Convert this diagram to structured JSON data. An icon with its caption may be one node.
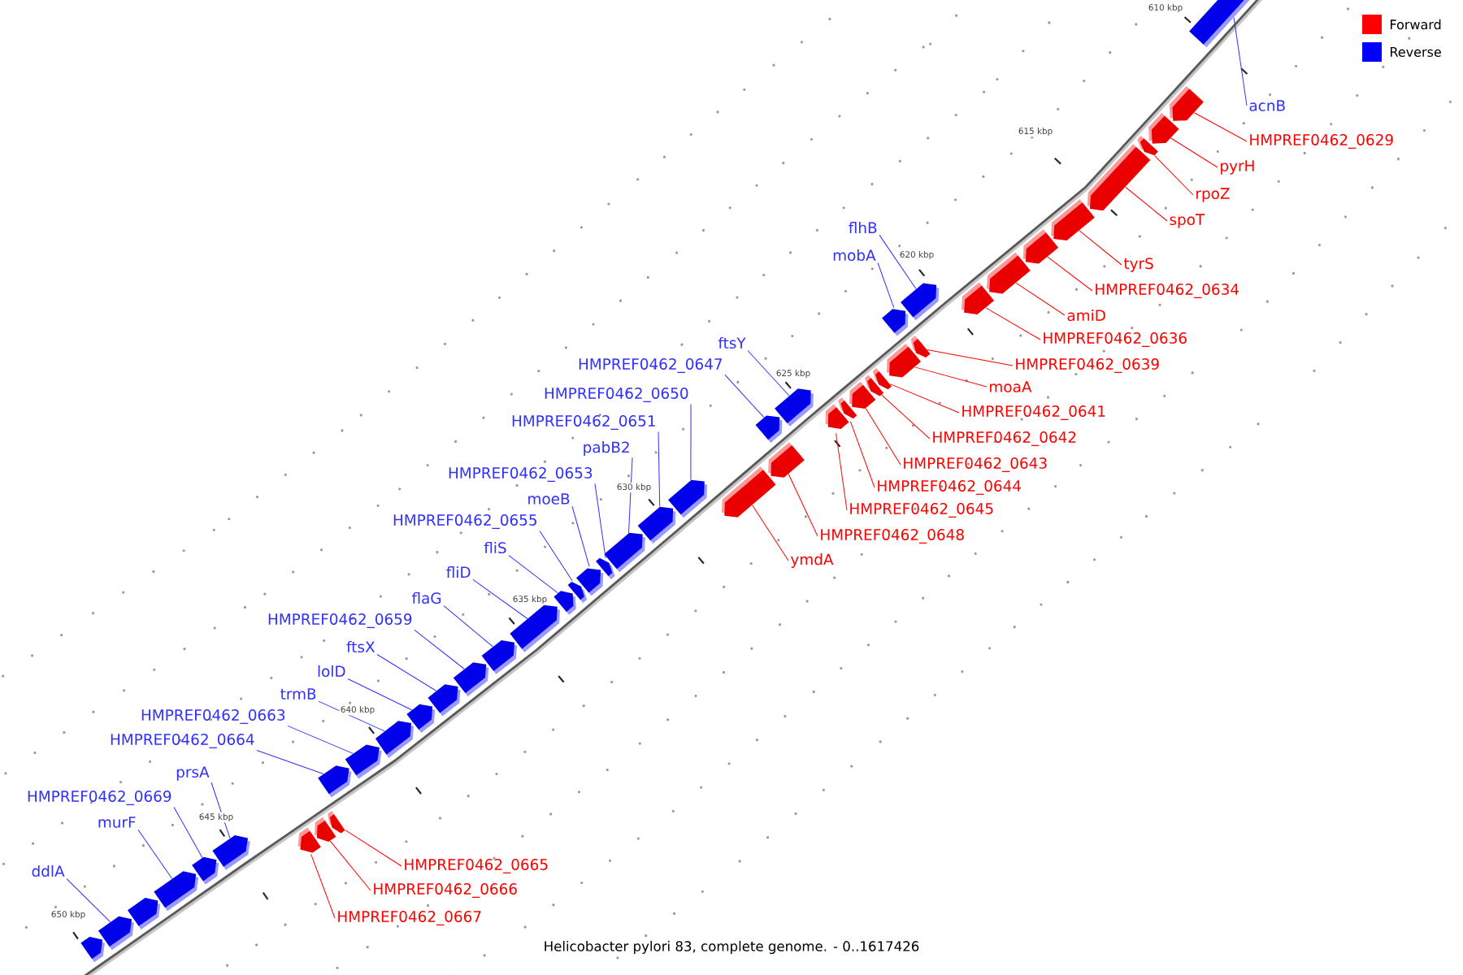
{
  "diagram": {
    "caption": "Helicobacter pylori 83, complete genome. - 0..1617426",
    "nodes": [
      {
        "text": [
          "acnB"
        ]
      },
      {
        "text": [],
        "shape": "box"
      },
      {
        "text": [
          "HMPREF0462_0629"
        ]
      },
      {
        "text": [],
        "shape": "box"
      },
      {
        "text": [
          "pyrH"
        ]
      },
      {
        "text": [],
        "shape": "box"
      },
      {
        "text": [
          "rpoZ"
        ]
      },
      {
        "text": [],
        "shape": "box"
      },
      {
        "text": [
          "spoT"
        ]
      },
      {
        "text": [],
        "shape": "box"
      },
      {
        "text": [
          "tyrS"
        ]
      },
      {
        "text": [],
        "shape": "box"
      },
      {
        "text": [
          "HMPREF0462_0634"
        ]
      },
      {
        "text": [],
        "shape": "box"
      },
      {
        "text": [
          "amiD"
        ]
      },
      {
        "text": [],
        "shape": "box"
      },
      {
        "text": [
          "HMPREF0462_0636"
        ]
      },
      {
        "text": [],
        "shape": "box"
      },
      {
        "text": [
          "flhB"
        ]
      },
      {
        "text": [],
        "shape": "box"
      },
      {
        "text": [
          "mobA"
        ]
      },
      {
        "text": [],
        "shape": "box"
      },
      {
        "text": [
          "HMPREF0462_0639"
        ]
      },
      {
        "text": [],
        "shape": "box"
      },
      {
        "text": [
          "moaA"
        ]
      },
      {
        "text": [],
        "shape": "box"
      },
      {
        "text": [
          "HMPREF0462_0641"
        ]
      },
      {
        "text": [],
        "shape": "box"
      },
      {
        "text": [
          "HMPREF0462_0642"
        ]
      },
      {
        "text": [],
        "shape": "box"
      },
      {
        "text": [
          "HMPREF0462_0643"
        ]
      },
      {
        "text": [],
        "shape": "box"
      },
      {
        "text": [
          "HMPREF0462_0644"
        ]
      },
      {
        "text": [],
        "shape": "box"
      },
      {
        "text": [
          "HMPREF0462_0645"
        ]
      },
      {
        "text": [],
        "shape": "box"
      },
      {
        "text": [
          "ftsY"
        ]
      },
      {
        "text": [],
        "shape": "box"
      },
      {
        "text": [
          "HMPREF0462_0647"
        ]
      },
      {
        "text": [],
        "shape": "box"
      },
      {
        "text": [
          "HMPREF0462_0648"
        ]
      },
      {
        "text": [],
        "shape": "box"
      },
      {
        "text": [
          "ymdA"
        ]
      },
      {
        "text": [],
        "shape": "box"
      },
      {
        "text": [
          "HMPREF0462_0650"
        ]
      },
      {
        "text": [],
        "shape": "box"
      },
      {
        "text": [
          "HMPREF0462_0651"
        ]
      },
      {
        "text": [],
        "shape": "box"
      },
      {
        "text": [
          "pabB2"
        ]
      },
      {
        "text": [],
        "shape": "box"
      },
      {
        "text": [
          "HMPREF0462_0653"
        ]
      },
      {
        "text": [],
        "shape": "box"
      },
      {
        "text": [
          "moeB"
        ]
      },
      {
        "text": [],
        "shape": "box"
      },
      {
        "text": [
          "HMPREF0462_0655"
        ]
      },
      {
        "text": [],
        "shape": "box"
      },
      {
        "text": [
          "fliS"
        ]
      },
      {
        "text": [],
        "shape": "box"
      },
      {
        "text": [
          "fliD"
        ]
      },
      {
        "text": [],
        "shape": "box"
      },
      {
        "text": [
          "flaG"
        ]
      },
      {
        "text": [],
        "shape": "box"
      },
      {
        "text": [
          "HMPREF0462_0659"
        ]
      },
      {
        "text": [],
        "shape": "box"
      },
      {
        "text": [
          "ftsX"
        ]
      },
      {
        "text": [],
        "shape": "box"
      },
      {
        "text": [
          "lolD"
        ]
      },
      {
        "text": [],
        "shape": "box"
      },
      {
        "text": [
          "trmB"
        ]
      },
      {
        "text": [],
        "shape": "box"
      },
      {
        "text": [
          "HMPREF0462_0663"
        ]
      },
      {
        "text": [],
        "shape": "box"
      },
      {
        "text": [
          "HMPREF0462_0664"
        ]
      },
      {
        "text": [],
        "shape": "box"
      },
      {
        "text": [
          "HMPREF0462_0665"
        ]
      },
      {
        "text": [],
        "shape": "box"
      },
      {
        "text": [
          "HMPREF0462_0666"
        ]
      },
      {
        "text": [],
        "shape": "box"
      },
      {
        "text": [
          "HMPREF0462_0667"
        ]
      },
      {
        "text": [],
        "shape": "box"
      },
      {
        "text": [
          "prsA"
        ]
      },
      {
        "text": [],
        "shape": "box"
      },
      {
        "text": [
          "HMPREF0462_0669"
        ]
      },
      {
        "text": [],
        "shape": "box"
      },
      {
        "text": [
          "murF"
        ]
      },
      {
        "text": [],
        "shape": "box"
      },
      {
        "text": [],
        "shape": "box"
      },
      {
        "text": [
          "ddlA"
        ]
      },
      {
        "text": [],
        "shape": "box"
      },
      {
        "text": [],
        "shape": "box"
      }
    ],
    "edges": [
      {
        "from": 0,
        "to": 1,
        "arrow": "none"
      },
      {
        "from": 2,
        "to": 3,
        "arrow": "none",
        "color": "#ff0000"
      },
      {
        "from": 4,
        "to": 5,
        "arrow": "none",
        "color": "#ff0000"
      },
      {
        "from": 6,
        "to": 7,
        "arrow": "none",
        "color": "#ff0000"
      },
      {
        "from": 8,
        "to": 9,
        "arrow": "none",
        "color": "#ff0000"
      },
      {
        "from": 10,
        "to": 11,
        "arrow": "none",
        "color": "#ff0000"
      },
      {
        "from": 12,
        "to": 13,
        "arrow": "none",
        "color": "#ff0000"
      },
      {
        "from": 14,
        "to": 15,
        "arrow": "none",
        "color": "#ff0000"
      },
      {
        "from": 16,
        "to": 17,
        "arrow": "none",
        "color": "#ff0000"
      },
      {
        "from": 18,
        "to": 19,
        "arrow": "none"
      },
      {
        "from": 20,
        "to": 21,
        "arrow": "none"
      },
      {
        "from": 22,
        "to": 23,
        "arrow": "none",
        "color": "#ff0000"
      },
      {
        "from": 24,
        "to": 25,
        "arrow": "none",
        "color": "#ff0000"
      },
      {
        "from": 26,
        "to": 27,
        "arrow": "none",
        "color": "#ff0000"
      },
      {
        "from": 28,
        "to": 29,
        "arrow": "none",
        "color": "#ff0000"
      },
      {
        "from": 30,
        "to": 31,
        "arrow": "none",
        "color": "#ff0000"
      },
      {
        "from": 32,
        "to": 33,
        "arrow": "none",
        "color": "#ff0000"
      },
      {
        "from": 34,
        "to": 35,
        "arrow": "none",
        "color": "#ff0000"
      },
      {
        "from": 36,
        "to": 37,
        "arrow": "none"
      },
      {
        "from": 38,
        "to": 39,
        "arrow": "none"
      },
      {
        "from": 40,
        "to": 41,
        "arrow": "none",
        "color": "#ff0000"
      },
      {
        "from": 42,
        "to": 43,
        "arrow": "none",
        "color": "#ff0000"
      },
      {
        "from": 44,
        "to": 45,
        "arrow": "none"
      },
      {
        "from": 46,
        "to": 47,
        "arrow": "none"
      },
      {
        "from": 48,
        "to": 49,
        "arrow": "none"
      },
      {
        "from": 50,
        "to": 51,
        "arrow": "none"
      },
      {
        "from": 52,
        "to": 53,
        "arrow": "none"
      },
      {
        "from": 54,
        "to": 55,
        "arrow": "none"
      },
      {
        "from": 56,
        "to": 57,
        "arrow": "none"
      },
      {
        "from": 58,
        "to": 59,
        "arrow": "none"
      },
      {
        "from": 60,
        "to": 61,
        "arrow": "none"
      },
      {
        "from": 62,
        "to": 63,
        "arrow": "none"
      },
      {
        "from": 64,
        "to": 65,
        "arrow": "none"
      },
      {
        "from": 66,
        "to": 67,
        "arrow": "none"
      },
      {
        "from": 68,
        "to": 69,
        "arrow": "none"
      },
      {
        "from": 70,
        "to": 71,
        "arrow": "none"
      },
      {
        "from": 72,
        "to": 73,
        "arrow": "none"
      },
      {
        "from": 74,
        "to": 75,
        "arrow": "none",
        "color": "#ff0000"
      },
      {
        "from": 76,
        "to": 77,
        "arrow": "none",
        "color": "#ff0000"
      },
      {
        "from": 78,
        "to": 79,
        "arrow": "none",
        "color": "#ff0000"
      },
      {
        "from": 80,
        "to": 81,
        "arrow": "none"
      },
      {
        "from": 82,
        "to": 83,
        "arrow": "none"
      },
      {
        "from": 84,
        "to": 85,
        "arrow": "none"
      },
      {
        "from": 87,
        "to": 88,
        "arrow": "none"
      }
    ],
    "labels": [
      "610 kbp",
      "615 kbp",
      "620 kbp",
      "625 kbp",
      "630 kbp",
      "635 kbp",
      "640 kbp",
      "645 kbp",
      "650 kbp"
    ],
    "legend": [
      {
        "text": "Forward",
        "color": "#ff0000"
      },
      {
        "text": "Reverse",
        "color": "#0000ff"
      }
    ]
  }
}
